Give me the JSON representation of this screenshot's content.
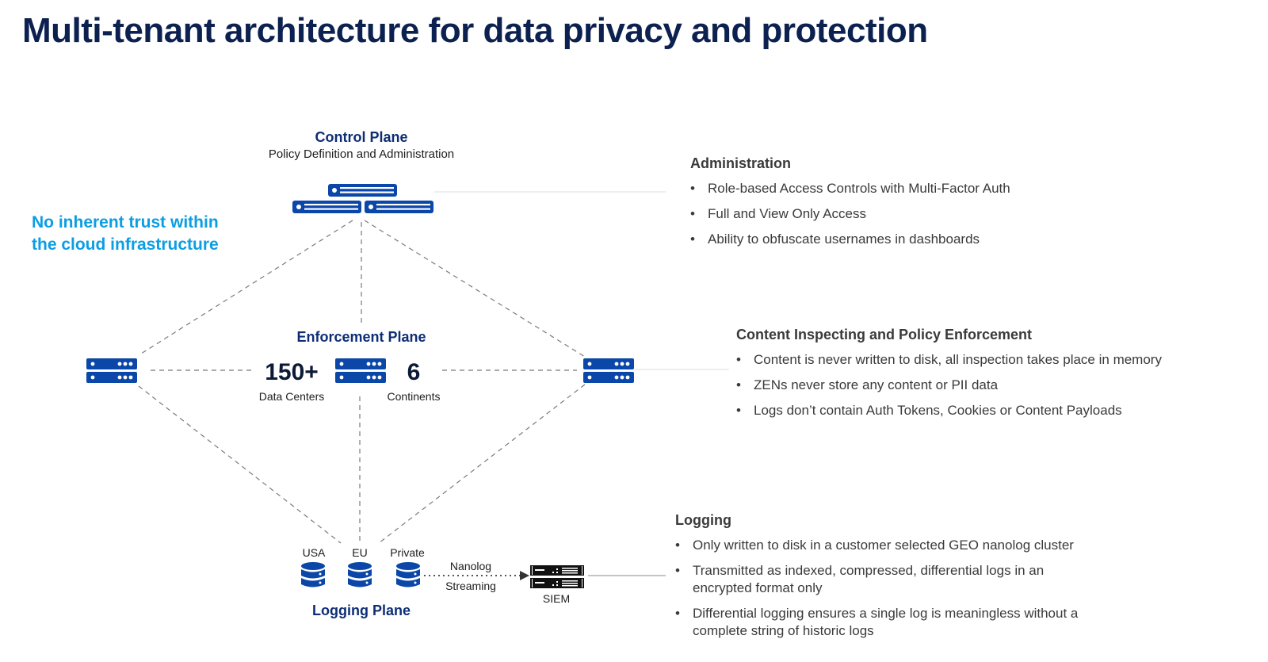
{
  "title": "Multi-tenant architecture for data privacy and protection",
  "tagline": [
    "No inherent trust within",
    "the cloud infrastructure"
  ],
  "control_plane": {
    "title": "Control Plane",
    "subtitle": "Policy Definition and Administration",
    "icon": "server-stack-icon"
  },
  "enforcement_plane": {
    "title": "Enforcement Plane",
    "data_centers": {
      "value": "150+",
      "label": "Data Centers"
    },
    "continents": {
      "value": "6",
      "label": "Continents"
    },
    "icon": "server-icon"
  },
  "logging_plane": {
    "title": "Logging Plane",
    "stores": [
      {
        "label": "USA",
        "icon": "database-icon"
      },
      {
        "label": "EU",
        "icon": "database-icon"
      },
      {
        "label": "Private",
        "icon": "database-icon"
      }
    ],
    "stream_label": [
      "Nanolog",
      "Streaming"
    ],
    "siem_label": "SIEM"
  },
  "sections": {
    "administration": {
      "heading": "Administration",
      "bullets": [
        "Role-based Access Controls with Multi-Factor Auth",
        "Full and View Only Access",
        "Ability to obfuscate usernames in dashboards"
      ]
    },
    "enforcement": {
      "heading": "Content Inspecting and Policy Enforcement",
      "bullets": [
        "Content is never written to disk, all inspection takes place in memory",
        "ZENs never store any content or PII data",
        "Logs don’t contain Auth Tokens, Cookies or Content Payloads"
      ]
    },
    "logging": {
      "heading": "Logging",
      "bullets": [
        "Only written to disk in a customer selected GEO nanolog cluster",
        "Transmitted as indexed, compressed, differential logs in an encrypted format only",
        "Differential logging ensures a single log is meaningless without a complete string of historic logs"
      ]
    }
  },
  "colors": {
    "title": "#0c2150",
    "accent": "#0a9ee2",
    "icon_blue": "#0b47a8",
    "plane_title": "#0d2d75",
    "body_text": "#3a3a3a"
  }
}
